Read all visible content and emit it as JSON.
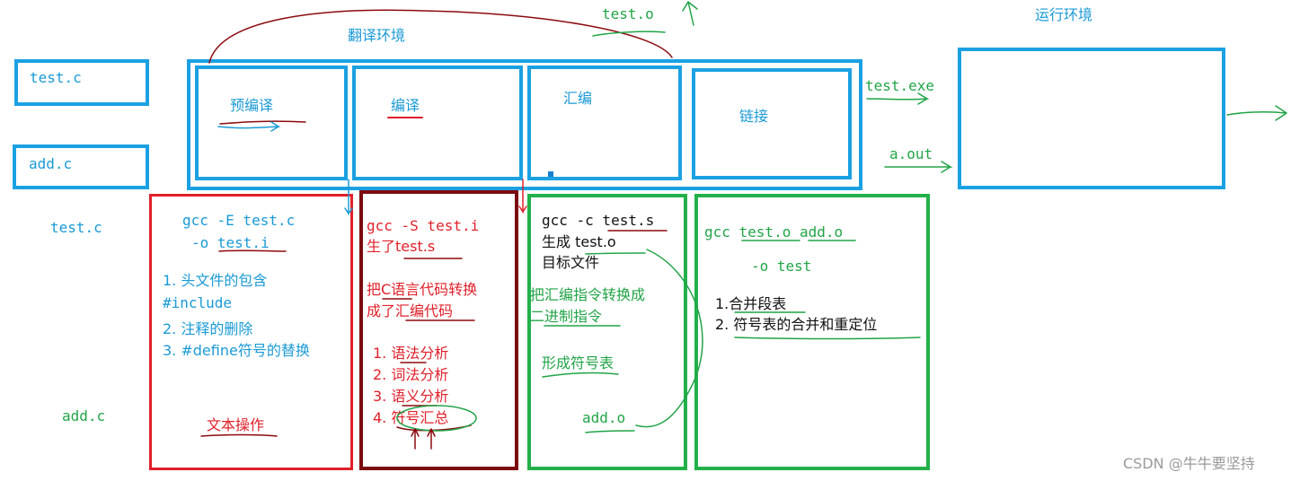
{
  "left_files": {
    "top": "test.c",
    "bottom": "add.c"
  },
  "left_labels": {
    "test_c": "test.c",
    "add_c": "add.c"
  },
  "translation_env": {
    "title": "翻译环境",
    "stages": [
      "预编译",
      "编译",
      "汇编"
    ],
    "output_top": "test.o"
  },
  "link": {
    "label": "链接"
  },
  "outputs": {
    "exe": "test.exe",
    "aout": "a.out"
  },
  "runtime_env": {
    "title": "运行环境"
  },
  "preprocess": {
    "cmd1": "gcc -E test.c",
    "cmd2": "-o test.i",
    "items": [
      "1. 头文件的包含",
      "#include",
      "2. 注释的删除",
      "3. #define符号的替换"
    ],
    "footer": "文本操作"
  },
  "compile": {
    "cmd": "gcc -S test.i",
    "gen": "生了test.s",
    "desc1": "把C语言代码转换",
    "desc2": "成了汇编代码",
    "items": [
      "1. 语法分析",
      "2. 词法分析",
      "3. 语义分析",
      "4. 符号汇总"
    ]
  },
  "assemble": {
    "cmd": "gcc -c test.s",
    "gen1": "生成 test.o",
    "gen2": "目标文件",
    "desc1": "把汇编指令转换成",
    "desc2": "二进制指令",
    "symtab": "形成符号表",
    "footer": "add.o"
  },
  "linking": {
    "cmd": "gcc test.o add.o",
    "cmd2": "-o test",
    "items": [
      "1.合并段表",
      "2. 符号表的合并和重定位"
    ]
  },
  "watermark": "CSDN @牛牛要坚持"
}
